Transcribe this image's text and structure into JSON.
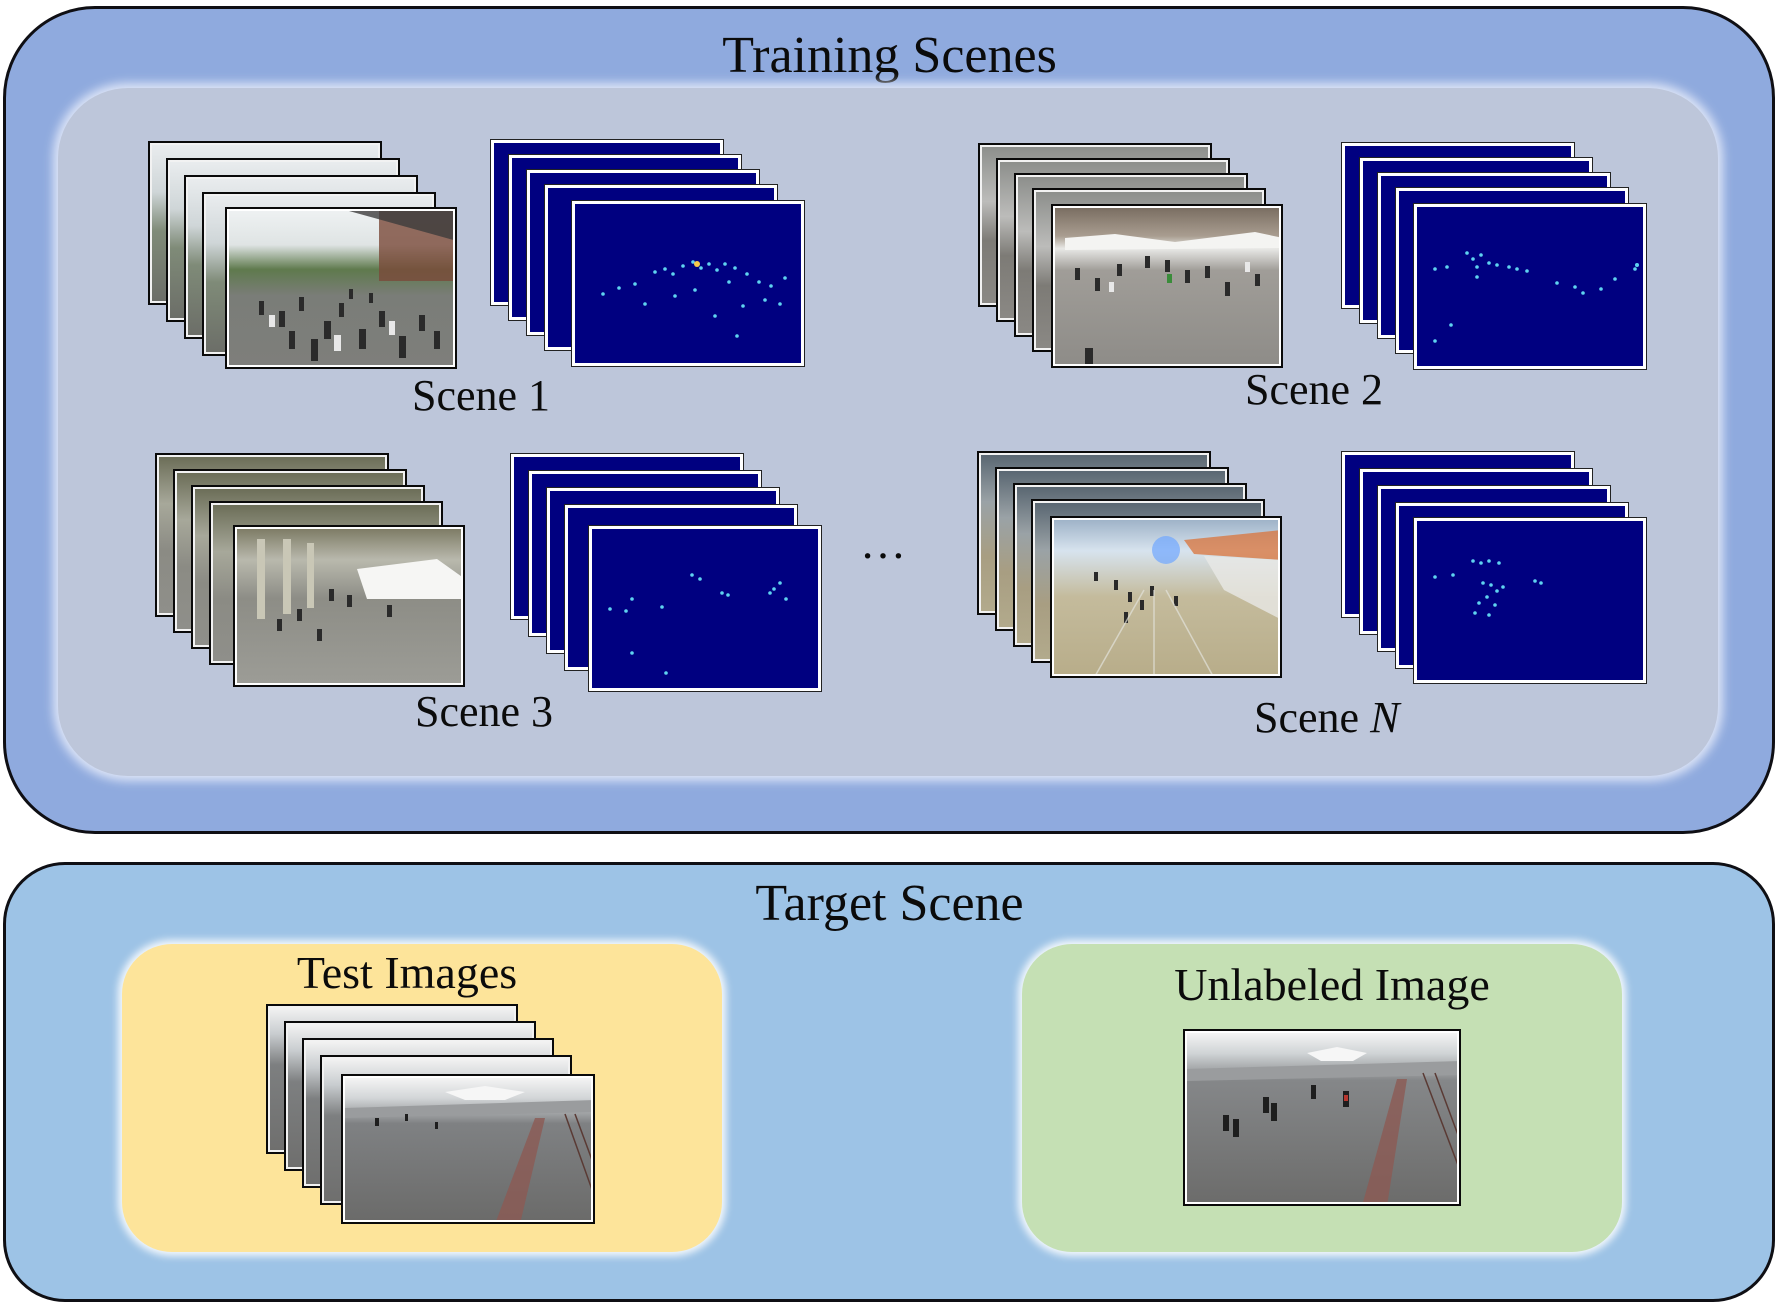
{
  "training": {
    "title": "Training Scenes",
    "scenes": [
      {
        "label": "Scene 1"
      },
      {
        "label": "Scene 2"
      },
      {
        "label": "Scene 3"
      },
      {
        "label_prefix": "Scene ",
        "label_var": "N"
      }
    ],
    "ellipsis": "…"
  },
  "target": {
    "title": "Target Scene",
    "test_title": "Test Images",
    "unlabeled_title": "Unlabeled Image"
  },
  "colors": {
    "training_panel": "#8faade",
    "training_inner": "#bdc6da",
    "target_panel": "#9dc3e6",
    "test_box": "#fde49a",
    "unlabeled_box": "#c5e0b4",
    "density_map": "#000080",
    "density_dot": "#5fd3f0"
  }
}
